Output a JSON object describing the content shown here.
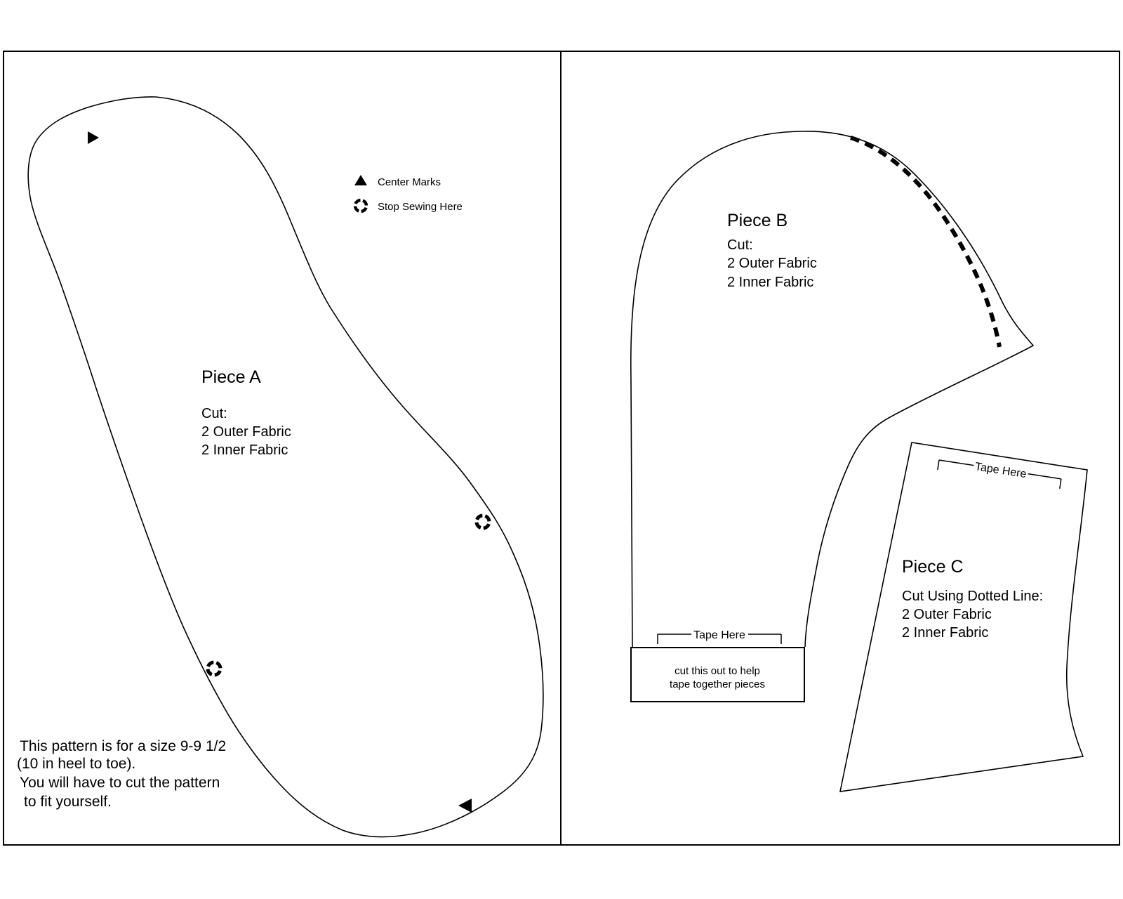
{
  "document": {
    "type": "sewing-pattern-sheet",
    "colors": {
      "ink": "#000000",
      "background": "#ffffff"
    }
  },
  "legend": {
    "center_marks_label": "Center Marks",
    "stop_sewing_label": "Stop Sewing Here"
  },
  "piece_a": {
    "title": "Piece A",
    "cut_label": "Cut:",
    "cut_lines": [
      "2 Outer Fabric",
      "2 Inner Fabric"
    ],
    "note_lines": [
      "This pattern is for a size 9-9 1/2",
      "(10 in heel to toe).",
      "You will have to cut the pattern",
      "to fit yourself."
    ]
  },
  "piece_b": {
    "title": "Piece B",
    "cut_label": "Cut:",
    "cut_lines": [
      "2 Outer Fabric",
      "2 Inner Fabric"
    ],
    "tape_here_label": "Tape Here",
    "cutout_box_lines": [
      "cut this  out to help",
      "tape together pieces"
    ]
  },
  "piece_c": {
    "title": "Piece C",
    "cut_label": "Cut Using Dotted Line:",
    "cut_lines": [
      "2 Outer Fabric",
      "2 Inner Fabric"
    ],
    "tape_here_label": "Tape Here"
  }
}
